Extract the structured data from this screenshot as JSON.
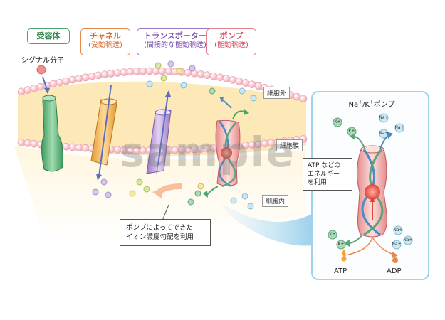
{
  "legend": {
    "receptor": {
      "title": "受容体"
    },
    "channel": {
      "title": "チャネル",
      "subtitle": "(受動輸送)"
    },
    "transporter": {
      "title": "トランスポーター",
      "subtitle": "(間接的な能動輸送)"
    },
    "pump": {
      "title": "ポンプ",
      "subtitle": "(能動輸送)"
    }
  },
  "signal_molecule_label": "シグナル分子",
  "regions": {
    "outside": "細胞外",
    "membrane": "細胞膜",
    "inside": "細胞内"
  },
  "callout_gradient": [
    "ポンプによってできた",
    "イオン濃度勾配を利用"
  ],
  "inset": {
    "title_na": "Na",
    "title_plus1": "+",
    "title_sep": "/K",
    "title_plus2": "+",
    "title_pump": "ポンプ",
    "energy_callout": [
      "ATP などの",
      "エネルギー",
      "を利用"
    ],
    "ion_k": "K+",
    "ion_na": "Na+",
    "atp": "ATP",
    "adp": "ADP"
  },
  "watermark": "sample",
  "colors": {
    "receptor": "#4aa66a",
    "channel": "#e06a3a",
    "transporter": "#8a5bb8",
    "pump": "#d86a7a",
    "inset_border": "#9fd3ee"
  }
}
